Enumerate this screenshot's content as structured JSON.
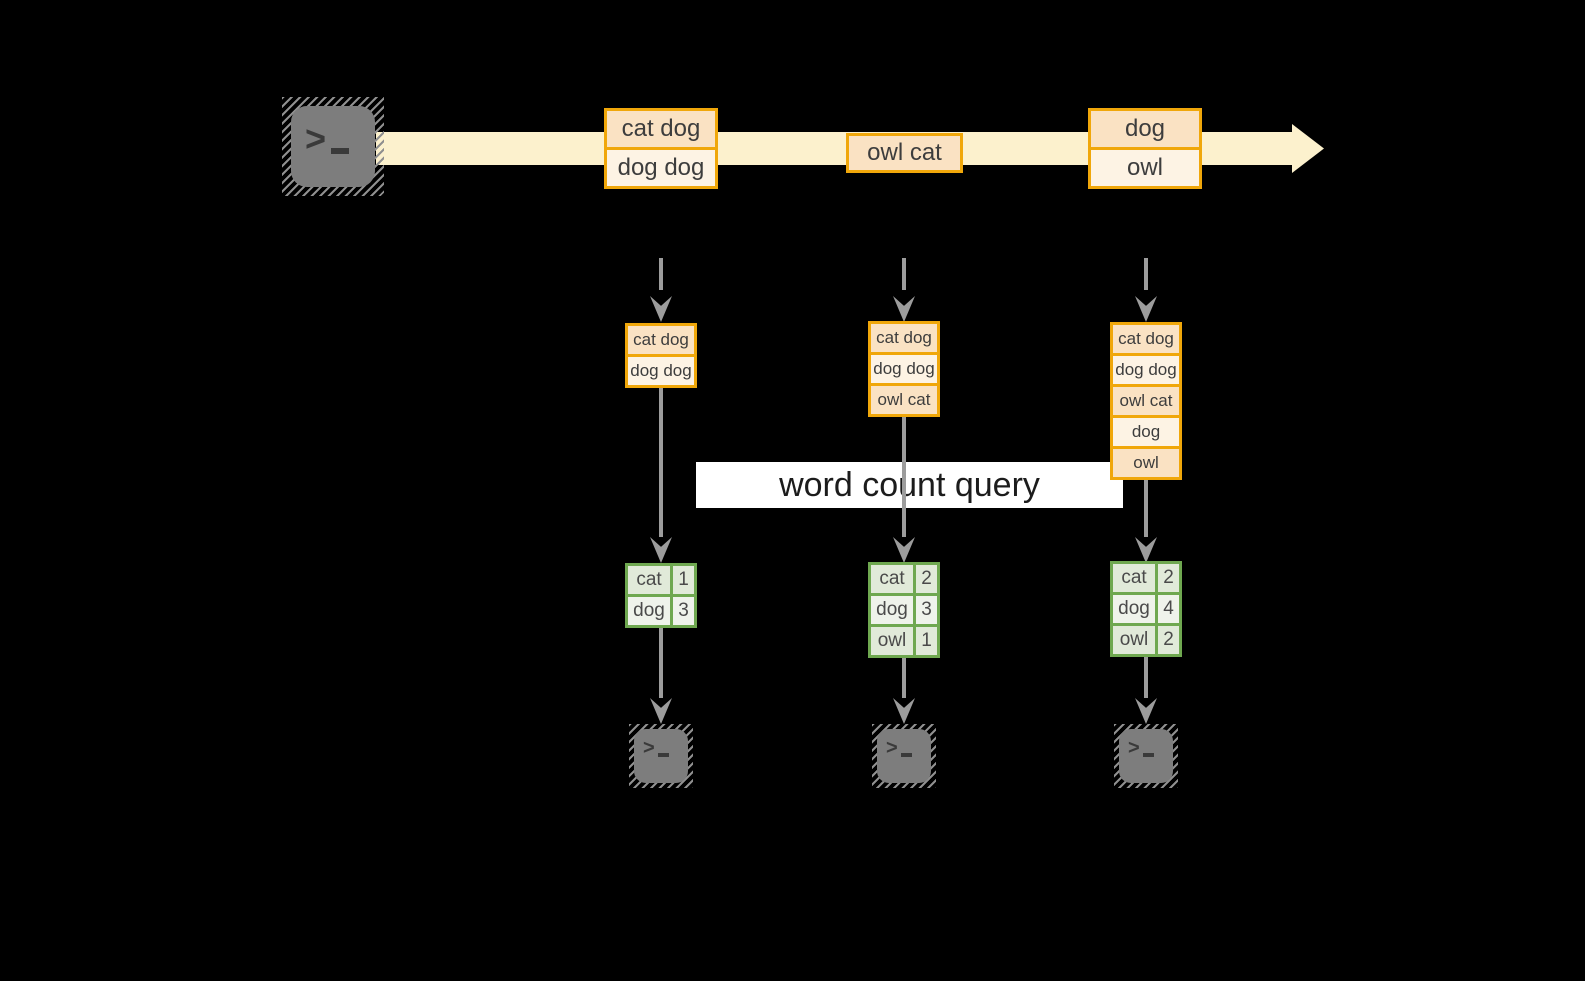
{
  "banner": {
    "label": "word count query"
  },
  "icons": {
    "terminal_prompt": ">",
    "terminal_name": "terminal-icon"
  },
  "colors": {
    "background": "#000000",
    "stream_band": "#FCF1CD",
    "box_border": "#F0A70A",
    "box_fill_peach": "#FAE2C3",
    "box_fill_cream": "#FDF3E4",
    "table_border": "#6FA850",
    "table_fill_dark": "#E1EAD9",
    "table_fill_light": "#EFF3EB",
    "arrow_gray": "#9C9C9C",
    "terminal_gray": "#7D7D7D",
    "banner_bg": "#FFFFFF"
  },
  "stream": {
    "batches": [
      {
        "items": [
          "cat dog",
          "dog dog"
        ]
      },
      {
        "items": [
          "owl cat"
        ]
      },
      {
        "items": [
          "dog",
          "owl"
        ]
      }
    ]
  },
  "columns": [
    {
      "buffer": [
        "cat dog",
        "dog dog"
      ],
      "counts": [
        {
          "word": "cat",
          "count": "1"
        },
        {
          "word": "dog",
          "count": "3"
        }
      ]
    },
    {
      "buffer": [
        "cat dog",
        "dog dog",
        "owl cat"
      ],
      "counts": [
        {
          "word": "cat",
          "count": "2"
        },
        {
          "word": "dog",
          "count": "3"
        },
        {
          "word": "owl",
          "count": "1"
        }
      ]
    },
    {
      "buffer": [
        "cat dog",
        "dog dog",
        "owl cat",
        "dog",
        "owl"
      ],
      "counts": [
        {
          "word": "cat",
          "count": "2"
        },
        {
          "word": "dog",
          "count": "4"
        },
        {
          "word": "owl",
          "count": "2"
        }
      ]
    }
  ]
}
